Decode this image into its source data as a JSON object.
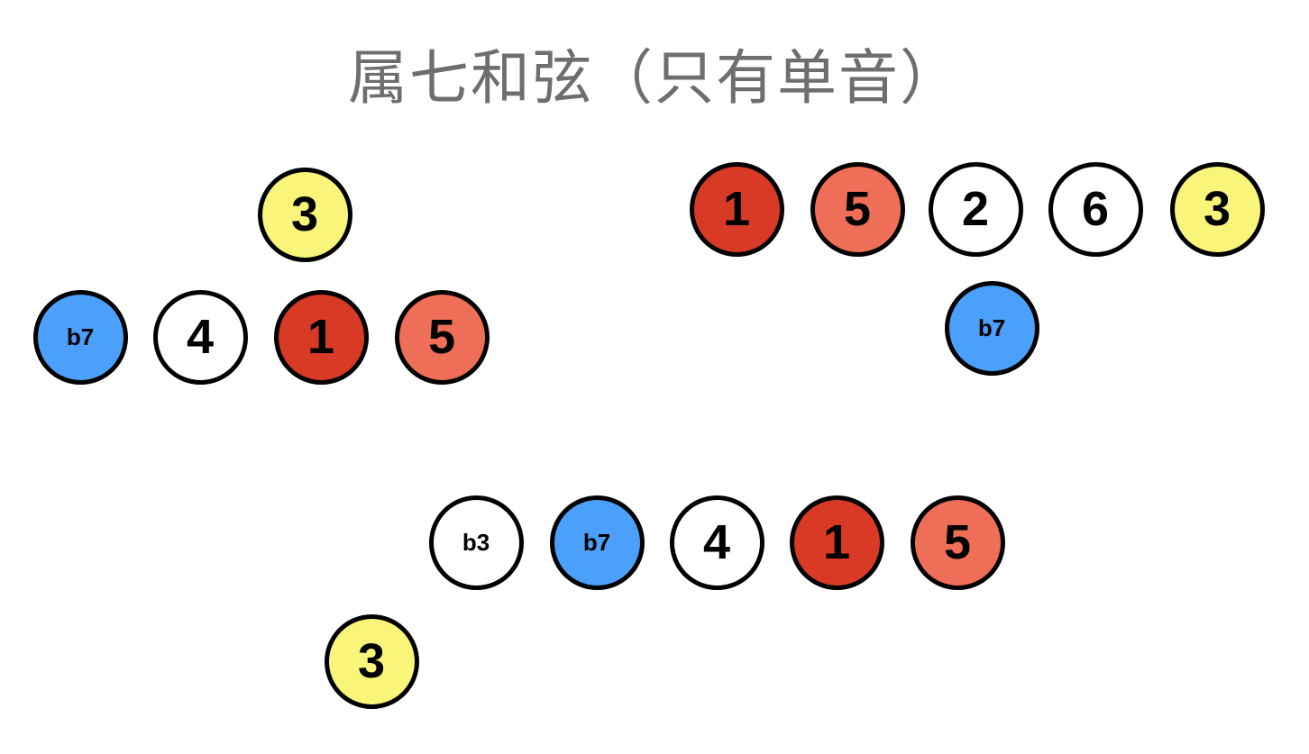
{
  "title": "属七和弦（只有单音）",
  "colors": {
    "root_red": "#d93a26",
    "fifth_salmon": "#ee6e57",
    "third_yellow": "#f8f57a",
    "seventh_blue": "#4aa0fa",
    "other_white": "#ffffff"
  },
  "group_a": {
    "notes": [
      {
        "label": "3"
      },
      {
        "label": "b7"
      },
      {
        "label": "4"
      },
      {
        "label": "1"
      },
      {
        "label": "5"
      }
    ]
  },
  "group_b": {
    "notes": [
      {
        "label": "1"
      },
      {
        "label": "5"
      },
      {
        "label": "2"
      },
      {
        "label": "6"
      },
      {
        "label": "3"
      },
      {
        "label": "b7"
      }
    ]
  },
  "group_c": {
    "notes": [
      {
        "label": "b3"
      },
      {
        "label": "b7"
      },
      {
        "label": "4"
      },
      {
        "label": "1"
      },
      {
        "label": "5"
      },
      {
        "label": "3"
      }
    ]
  }
}
